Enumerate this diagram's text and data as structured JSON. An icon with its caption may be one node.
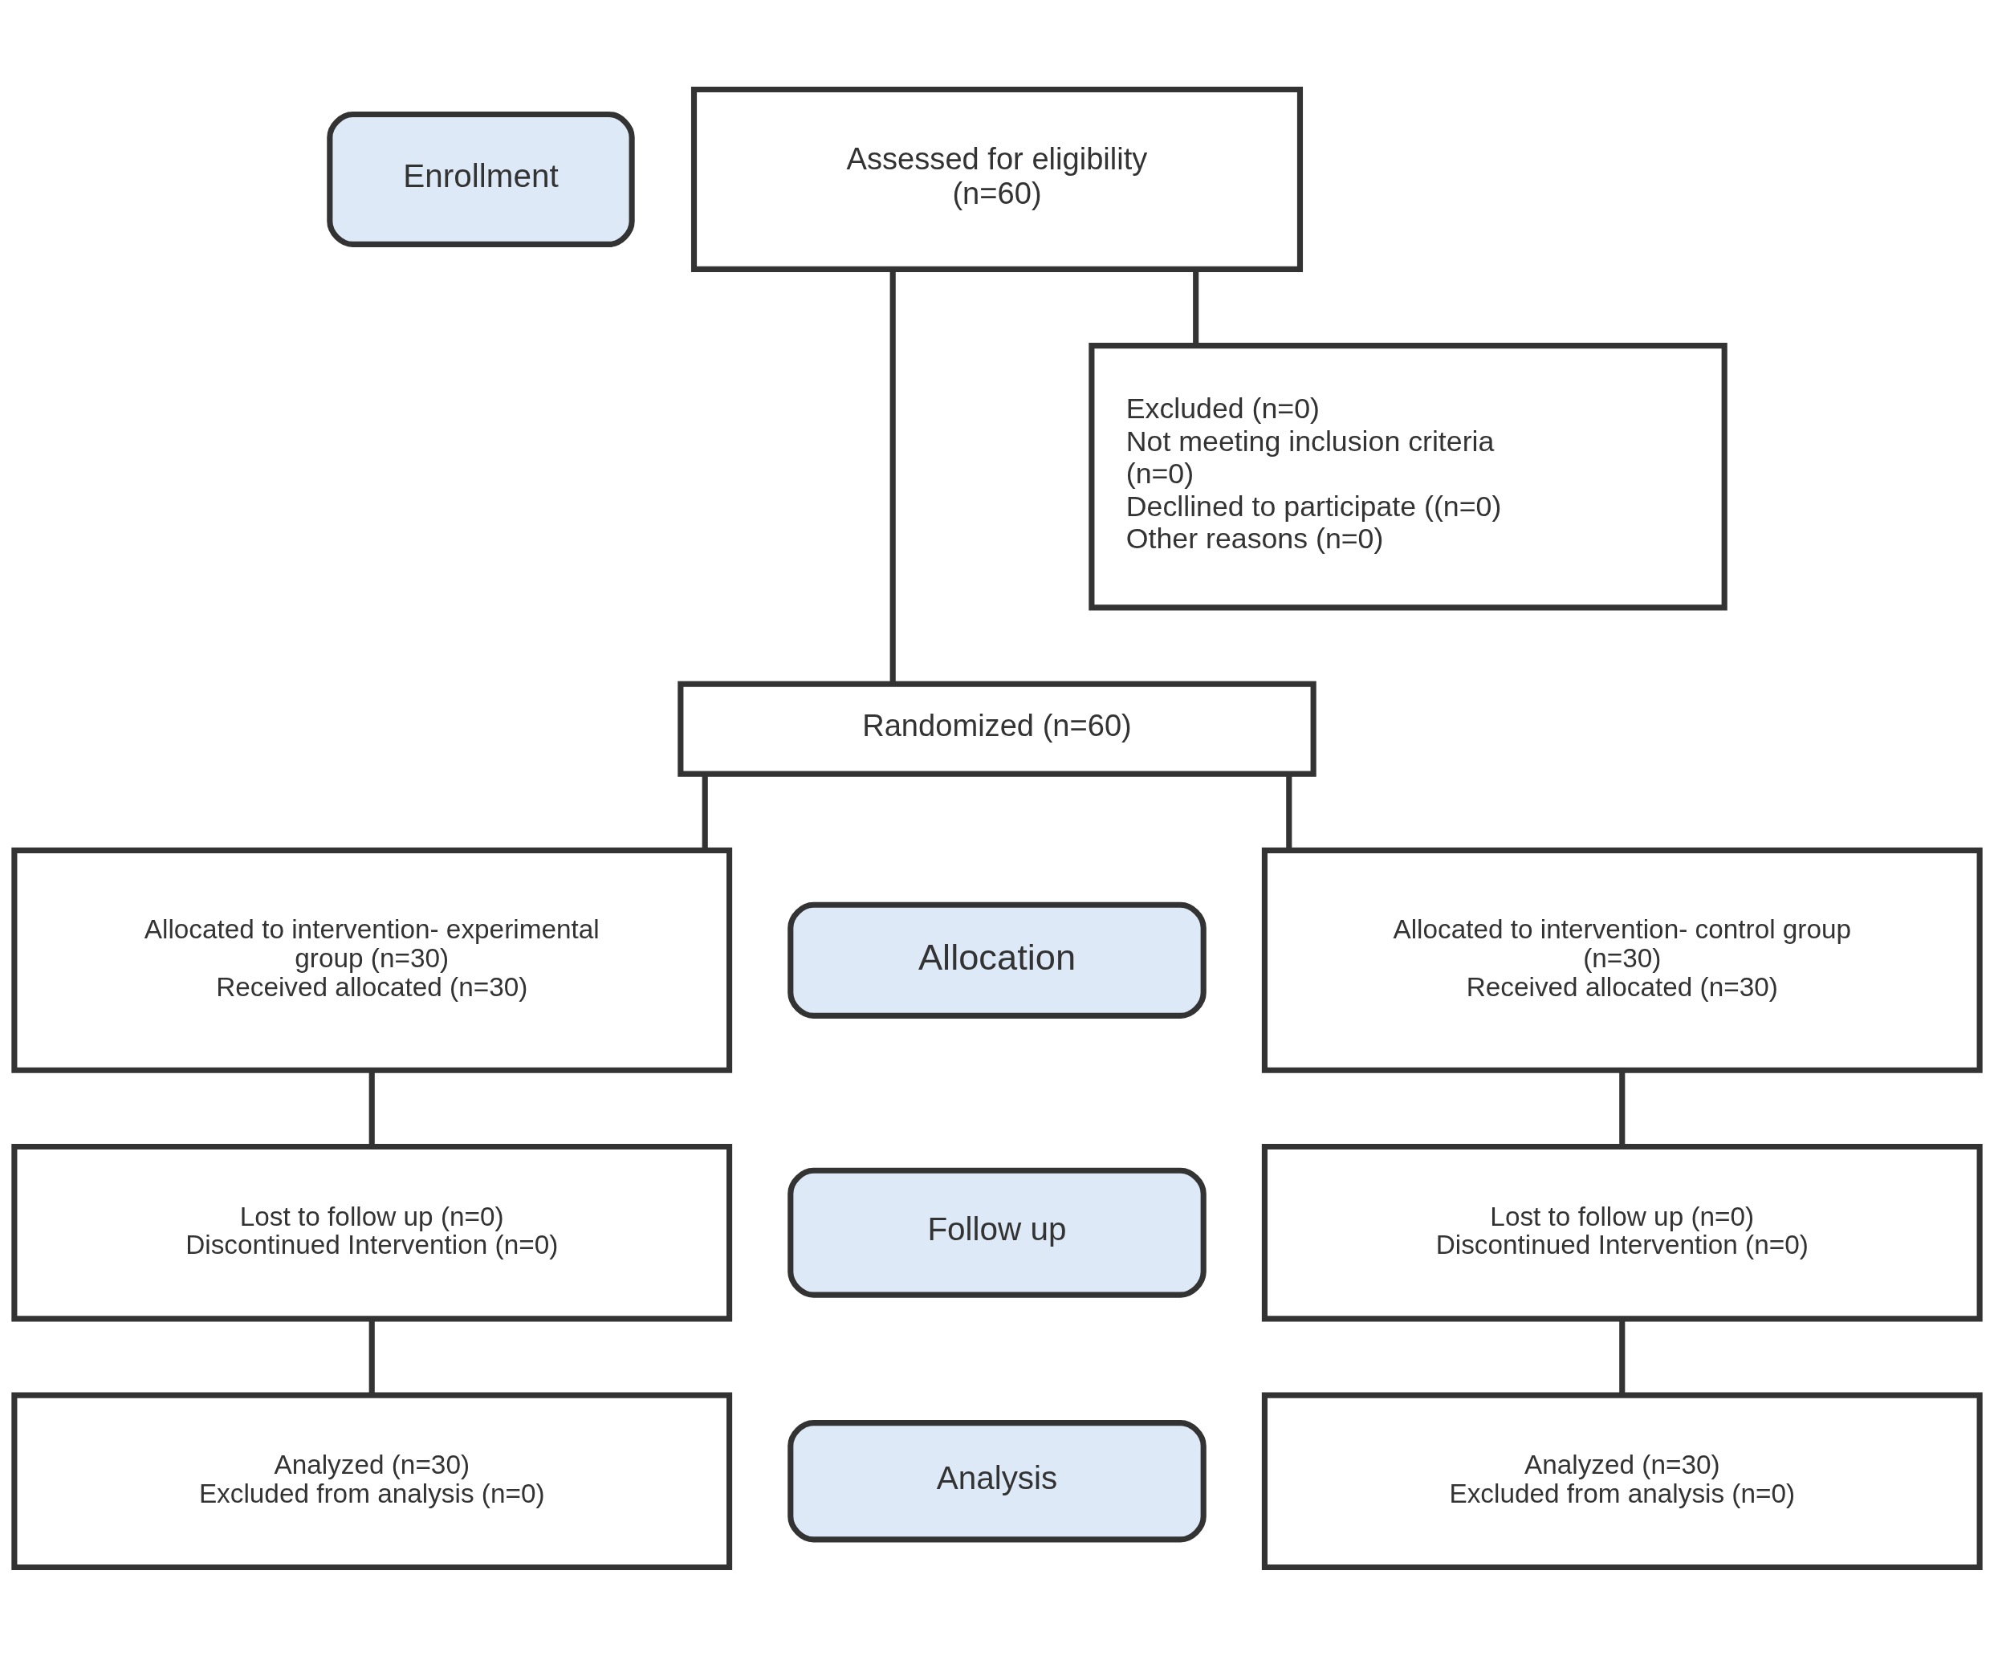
{
  "diagram": {
    "nodes": [
      {
        "text": [
          "Enrollment"
        ]
      },
      {
        "text": [
          "Assessed for eligibility (n=60)"
        ]
      },
      {
        "text": [
          "Excluded (n=0)",
          "Not meeting inclusion criteria (n=0)",
          "Decllined to participate ((n=0)",
          "Other reasons (n=0)"
        ]
      },
      {
        "text": [
          "Randomized (n=60)"
        ]
      },
      {
        "text": [
          "Allocated to intervention- experimental group (n=30)",
          "Received allocated (n=30)"
        ]
      },
      {
        "text": [
          "Allocation"
        ]
      },
      {
        "text": [
          "Allocated to intervention- control group (n=30)",
          "Received allocated (n=30)"
        ]
      },
      {
        "text": [
          "Lost to follow up (n=0)",
          "Discontinued Intervention (n=0)"
        ]
      },
      {
        "text": [
          "Follow up"
        ]
      },
      {
        "text": [
          "Lost to follow up (n=0)",
          "Discontinued Intervention (n=0)"
        ]
      },
      {
        "text": [
          "Analyzed (n=30)",
          "Excluded from analysis (n=0)"
        ]
      },
      {
        "text": [
          "Analysis"
        ]
      },
      {
        "text": [
          "Analyzed (n=30)",
          "Excluded from analysis (n=0)"
        ]
      }
    ],
    "edges": [
      {
        "from": 1,
        "to": 3,
        "arrow": "none"
      },
      {
        "from": 1,
        "to": 2,
        "arrow": "none"
      },
      {
        "from": 3,
        "to": 4,
        "arrow": "none"
      },
      {
        "from": 3,
        "to": 6,
        "arrow": "none"
      },
      {
        "from": 4,
        "to": 7,
        "arrow": "none"
      },
      {
        "from": 7,
        "to": 10,
        "arrow": "none"
      },
      {
        "from": 6,
        "to": 9,
        "arrow": "none"
      },
      {
        "from": 9,
        "to": 12,
        "arrow": "none"
      }
    ]
  }
}
